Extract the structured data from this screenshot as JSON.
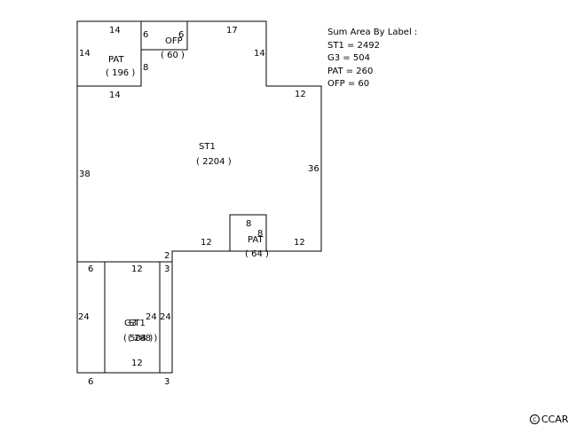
{
  "sketch": {
    "dimensions": {
      "top_left_14": "14",
      "left_upper_14": "14",
      "pat_bottom_14": "14",
      "ofp_left_6": "6",
      "ofp_right_6": "6",
      "ofp_side_8": "8",
      "top_17": "17",
      "right_upper_14": "14",
      "step_12": "12",
      "left_38": "38",
      "right_36": "36",
      "pat_small_top_8": "8",
      "pat_small_side_8": "8",
      "mid_12": "12",
      "right_bottom_12": "12",
      "corner_2": "2",
      "g3_top_6": "6",
      "g3_top_12": "12",
      "g3_top_3": "3",
      "g3_left_24": "24",
      "g3_inner_24": "24",
      "g3_right_24": "24",
      "g3_inner_12": "12",
      "bottom_6": "6",
      "bottom_3": "3"
    },
    "areas": {
      "pat_upper_label": "PAT",
      "pat_upper_value": "( 196 )",
      "ofp_label": "OFP",
      "ofp_value": "( 60 )",
      "st1_label": "ST1",
      "st1_value": "( 2204 )",
      "pat_small_label": "PAT",
      "pat_small_value": "( 64 )",
      "g3_label": "G3",
      "g3_value": "( 504 )",
      "st1_lower_label": "ST1",
      "st1_lower_value": "( 288 )"
    }
  },
  "summary": {
    "title": "Sum Area By Label :",
    "lines": [
      "ST1 = 2492",
      "G3 = 504",
      "PAT = 260",
      "OFP = 60"
    ]
  },
  "watermark": {
    "icon": "cc-icon",
    "text": "CCAR"
  }
}
